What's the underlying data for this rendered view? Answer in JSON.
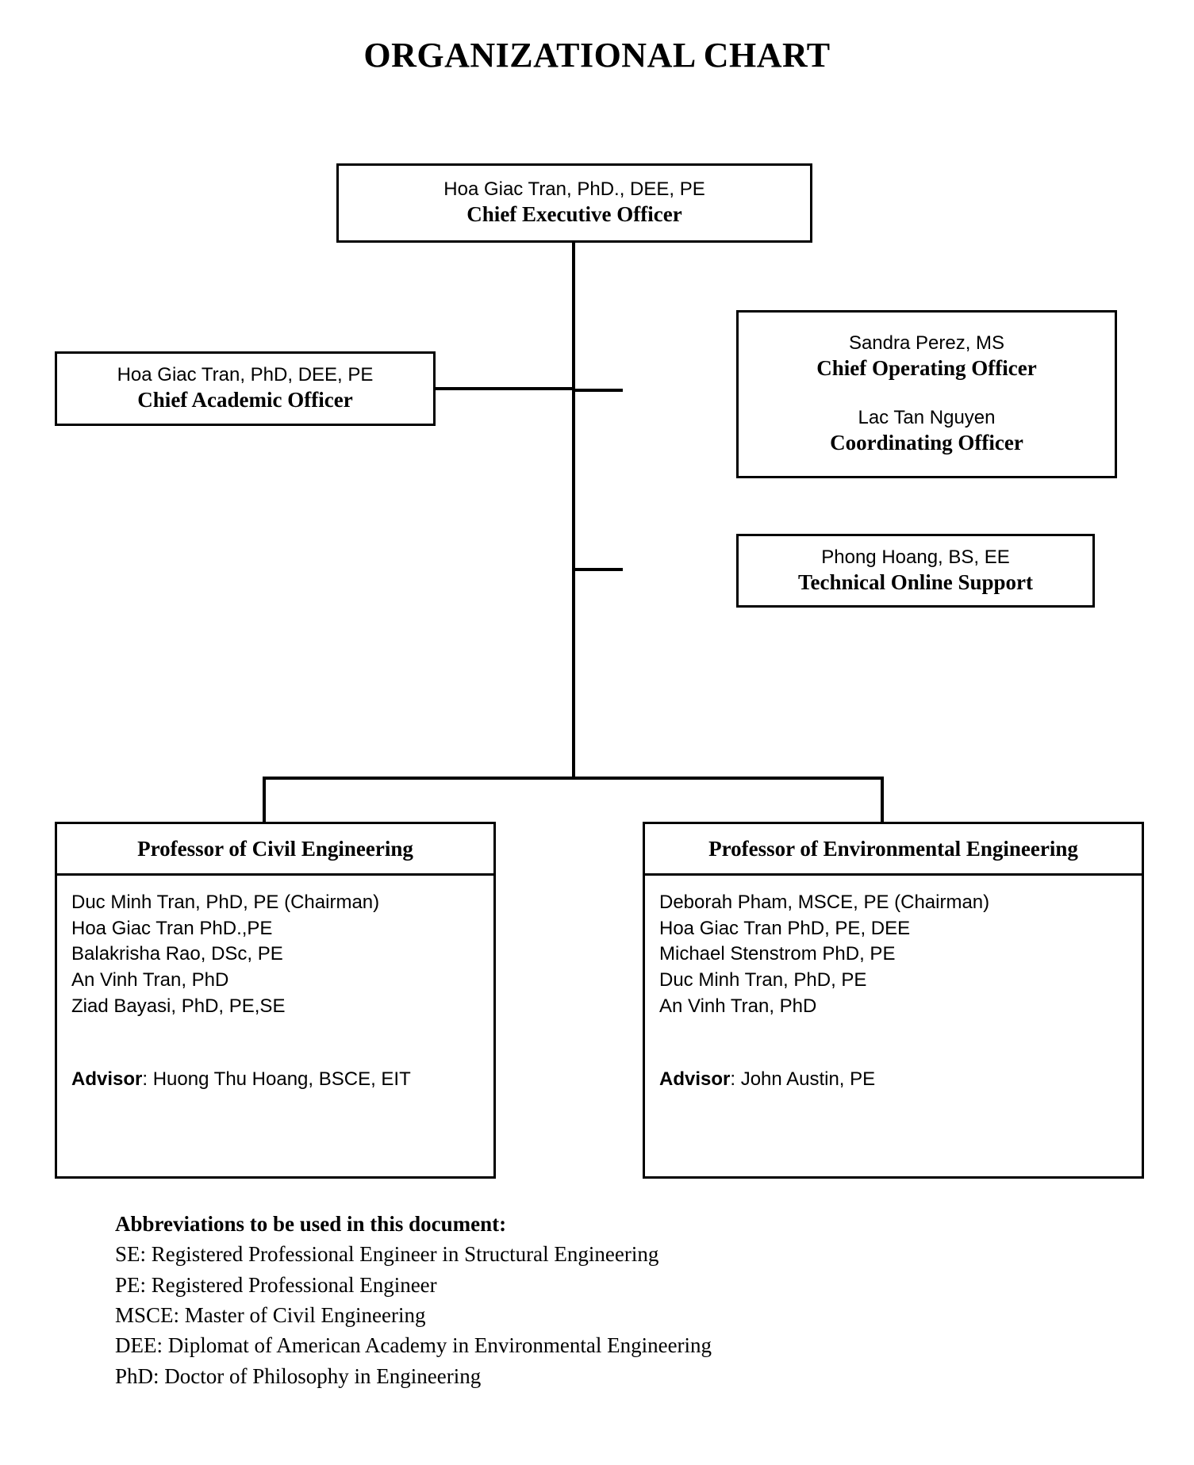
{
  "title": "ORGANIZATIONAL CHART",
  "nodes": {
    "ceo": {
      "name": "Hoa Giac Tran, PhD., DEE, PE",
      "role": "Chief Executive Officer"
    },
    "cao": {
      "name": "Hoa Giac Tran, PhD, DEE, PE",
      "role": "Chief Academic Officer"
    },
    "coo": {
      "name": "Sandra Perez, MS",
      "role": "Chief Operating Officer",
      "name2": "Lac Tan Nguyen",
      "role2": "Coordinating Officer"
    },
    "support": {
      "name": "Phong Hoang, BS, EE",
      "role": "Technical Online Support"
    }
  },
  "departments": [
    {
      "heading": "Professor of Civil Engineering",
      "members": [
        "Duc Minh Tran, PhD, PE (Chairman)",
        "Hoa Giac Tran PhD.,PE",
        "Balakrisha Rao, DSc, PE",
        "An Vinh Tran, PhD",
        "Ziad Bayasi, PhD, PE,SE"
      ],
      "advisor_label": "Advisor",
      "advisor_value": ": Huong Thu Hoang, BSCE, EIT"
    },
    {
      "heading": "Professor of Environmental Engineering",
      "members": [
        "Deborah Pham, MSCE, PE (Chairman)",
        "Hoa Giac Tran PhD, PE, DEE",
        "Michael Stenstrom PhD, PE",
        "Duc Minh Tran, PhD, PE",
        "An Vinh Tran, PhD"
      ],
      "advisor_label": "Advisor",
      "advisor_value": ": John Austin, PE"
    }
  ],
  "abbreviations": {
    "title": "Abbreviations to be used in this document:",
    "lines": [
      " SE: Registered Professional Engineer in Structural Engineering",
      "PE: Registered Professional Engineer",
      "MSCE: Master of Civil Engineering",
      "DEE: Diplomat of American Academy in Environmental Engineering",
      "PhD: Doctor of Philosophy in Engineering"
    ]
  }
}
